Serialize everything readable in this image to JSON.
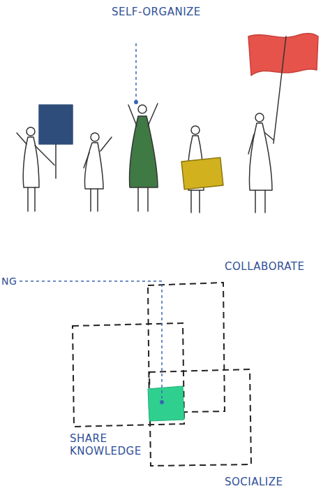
{
  "diagram": {
    "labels": [
      "SELF-ORGANIZE",
      "NG",
      "COLLABORATE",
      "SHARE KNOWLEDGE",
      "SOCIALIZE"
    ]
  }
}
